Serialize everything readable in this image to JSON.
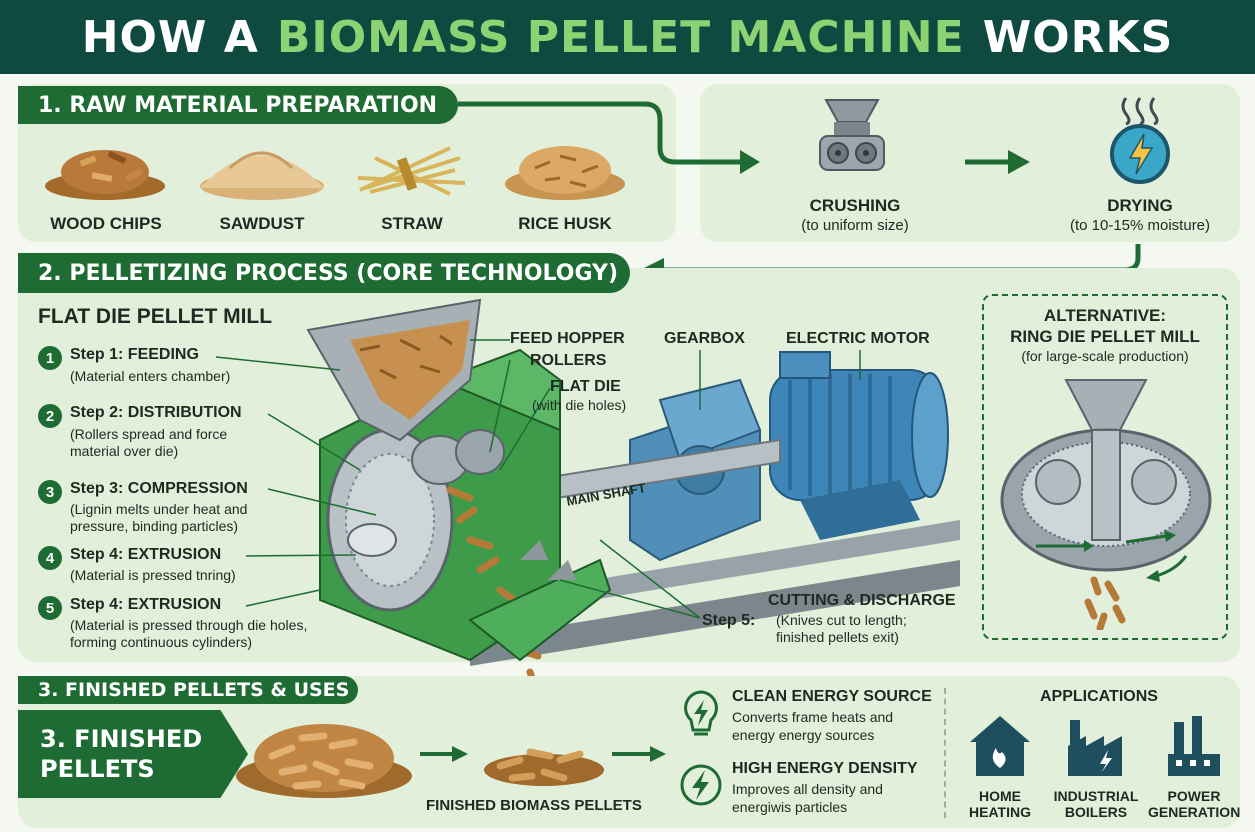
{
  "title": {
    "part1": "HOW A",
    "part2": "BIOMASS PELLET MACHINE",
    "part3": "WORKS"
  },
  "colors": {
    "banner": "#0f4a40",
    "accent_green": "#1f6b34",
    "highlight": "#8ed373",
    "panel": "#e2efda"
  },
  "section1": {
    "heading": "1. RAW MATERIAL PREPARATION",
    "materials": [
      "WOOD CHIPS",
      "SAWDUST",
      "STRAW",
      "RICE HUSK"
    ],
    "crushing": {
      "label": "CRUSHING",
      "desc": "(to uniform size)",
      "icon": "crusher-icon"
    },
    "drying": {
      "label": "DRYING",
      "desc": "(to 10-15% moisture)",
      "icon": "dryer-icon"
    }
  },
  "section2": {
    "heading": "2. PELLETIZING PROCESS (CORE TECHNOLOGY)",
    "mill_title": "FLAT DIE PELLET MILL",
    "steps": [
      {
        "num": "1",
        "title": "Step 1: FEEDING",
        "desc": "(Material enters chamber)"
      },
      {
        "num": "2",
        "title": "Step 2: DISTRIBUTION",
        "desc": "(Rollers spread and force material over die)"
      },
      {
        "num": "3",
        "title": "Step 3: COMPRESSION",
        "desc": "(Lignin melts under heat and pressure, binding particles)"
      },
      {
        "num": "4",
        "title": "Step 4: EXTRUSION",
        "desc": "(Material is pressed tnring)"
      },
      {
        "num": "5",
        "title": "Step 4: EXTRUSION",
        "desc": "(Material is pressed through die holes, forming continuous cylinders)"
      }
    ],
    "callouts": {
      "feed_hopper": "FEED HOPPER",
      "rollers": "ROLLERS",
      "flat_die": "FLAT DIE",
      "flat_die_desc": "(with die holes)",
      "gearbox": "GEARBOX",
      "motor": "ELECTRIC MOTOR",
      "main_shaft": "MAIN SHAFT",
      "step5_label": "Step 5:",
      "cutting_title": "CUTTING & DISCHARGE",
      "cutting_desc": "(Knives cut to length; finished pellets exit)"
    },
    "alternative": {
      "title1": "ALTERNATIVE:",
      "title2": "RING DIE PELLET MILL",
      "desc": "(for large-scale production)"
    }
  },
  "section3": {
    "heading": "3. FINISHED PELLETS & USES",
    "tag": "3. FINISHED PELLETS",
    "pellets_caption": "FINISHED BIOMASS PELLETS",
    "benefits": [
      {
        "title": "CLEAN ENERGY SOURCE",
        "desc": "Converts frame heats and energy energy sources",
        "icon": "lightbulb-icon"
      },
      {
        "title": "HIGH ENERGY DENSITY",
        "desc": "Improves all density and energiwis particles",
        "icon": "lightning-icon"
      }
    ],
    "applications_heading": "APPLICATIONS",
    "applications": [
      {
        "label": "HOME HEATING",
        "icon": "house-flame-icon"
      },
      {
        "label": "INDUSTRIAL BOILERS",
        "icon": "factory-icon"
      },
      {
        "label": "POWER GENERATION",
        "icon": "power-plant-icon"
      }
    ]
  }
}
